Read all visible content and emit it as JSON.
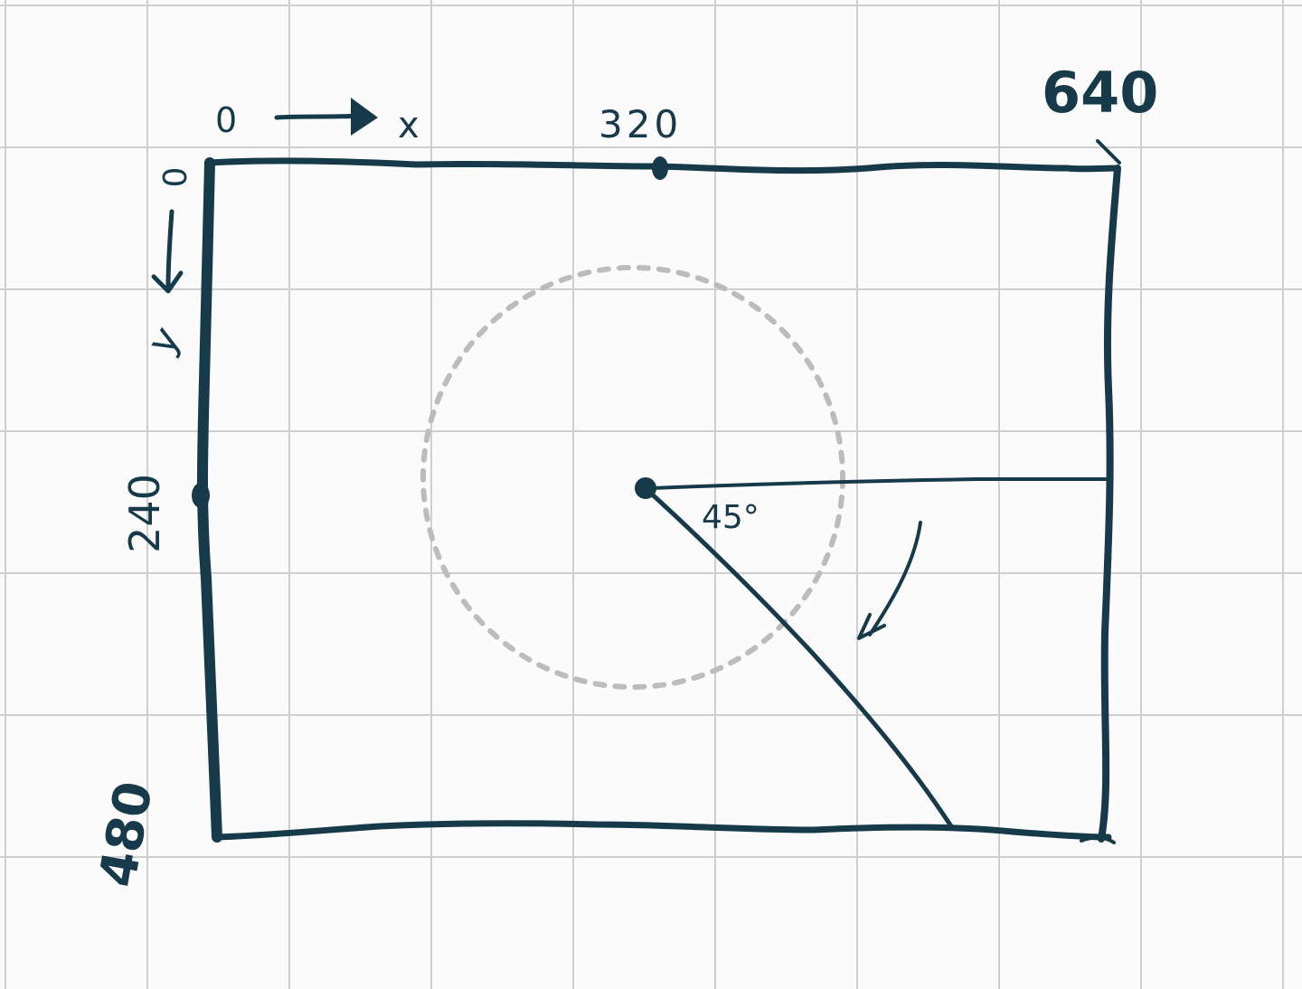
{
  "labels": {
    "x_origin": "0",
    "x_axis": "x",
    "x_mid": "320",
    "x_max": "640",
    "y_origin": "0",
    "y_axis": "y",
    "y_mid": "240",
    "y_max": "480",
    "angle": "45°"
  },
  "colors": {
    "ink": "#163a4a",
    "grid": "#cfcfcf",
    "guide": "#bcbcbc",
    "paper": "#fbfbfb"
  }
}
